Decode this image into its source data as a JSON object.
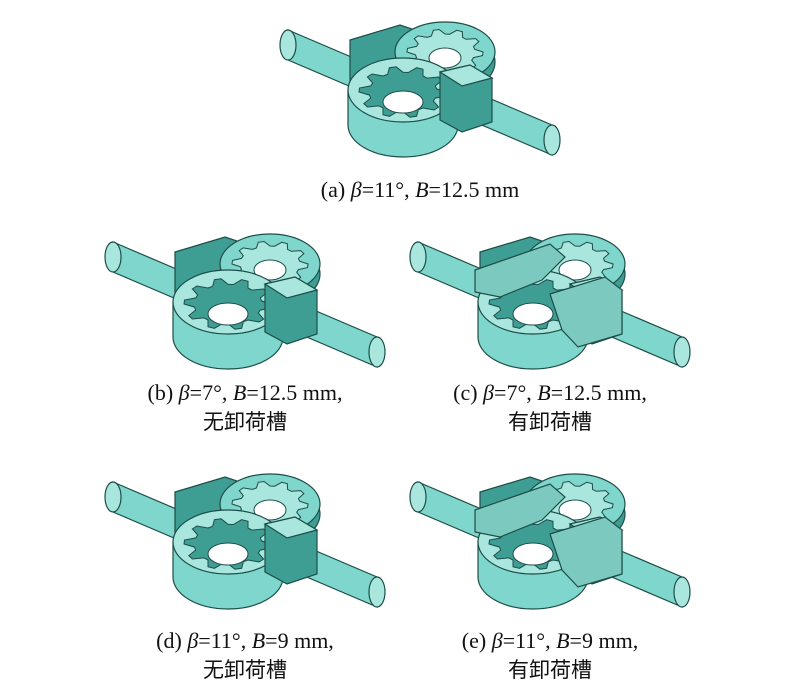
{
  "colors": {
    "body": "#7fd6cc",
    "light": "#a9e6de",
    "dark": "#3f9e93",
    "edge": "#1d4d48",
    "slot": "#7bc9bf"
  },
  "panels": [
    {
      "id": "a",
      "label": "(a)",
      "beta_sym": "β",
      "beta_val": "11°",
      "b_sym": "B",
      "b_val": "12.5 mm",
      "note": "",
      "has_slot": false
    },
    {
      "id": "b",
      "label": "(b)",
      "beta_sym": "β",
      "beta_val": "7°",
      "b_sym": "B",
      "b_val": "12.5 mm,",
      "note": "无卸荷槽",
      "has_slot": false
    },
    {
      "id": "c",
      "label": "(c)",
      "beta_sym": "β",
      "beta_val": "7°",
      "b_sym": "B",
      "b_val": "12.5 mm,",
      "note": "有卸荷槽",
      "has_slot": true
    },
    {
      "id": "d",
      "label": "(d)",
      "beta_sym": "β",
      "beta_val": "11°",
      "b_sym": "B",
      "b_val": "9 mm,",
      "note": "无卸荷槽",
      "has_slot": false
    },
    {
      "id": "e",
      "label": "(e)",
      "beta_sym": "β",
      "beta_val": "11°",
      "b_sym": "B",
      "b_val": "9 mm,",
      "note": "有卸荷槽",
      "has_slot": true
    }
  ]
}
